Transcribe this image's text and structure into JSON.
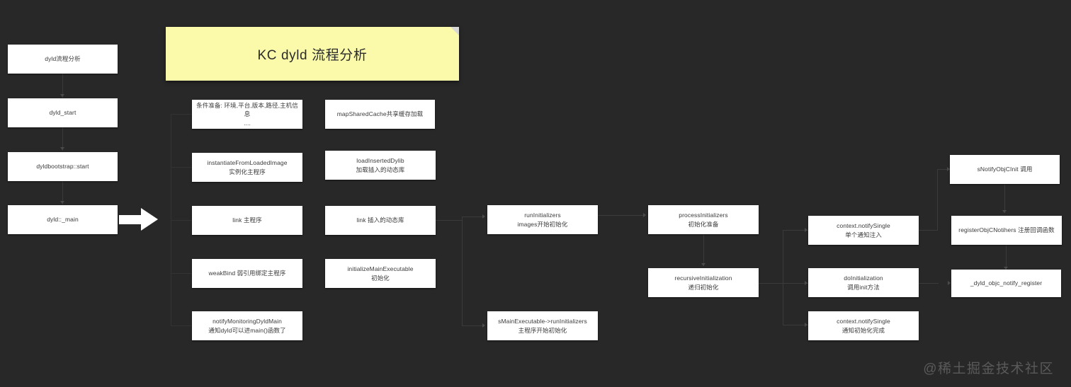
{
  "canvas": {
    "background": "#282828",
    "node_fill": "#ffffff",
    "node_text": "#3b3b3b",
    "sticky_fill": "#fafaaa",
    "connector": "#3b3b3b",
    "arrow_fill": "#ffffff"
  },
  "title_note": {
    "text": "KC dyld 流程分析"
  },
  "watermark": {
    "text": "@稀土掘金技术社区"
  },
  "nodes": [
    {
      "id": "dyld-flow-analysis",
      "l1": "dyld流程分析",
      "l2": ""
    },
    {
      "id": "dyld-start",
      "l1": "dyld_start",
      "l2": ""
    },
    {
      "id": "dyldbootstrap-start",
      "l1": "dyldbootstrap::start",
      "l2": ""
    },
    {
      "id": "dyld-main",
      "l1": "dyld::_main",
      "l2": ""
    },
    {
      "id": "condition-prepare",
      "l1": "条件准备: 环境,平台,版本,路径,主机信息",
      "l2": "...."
    },
    {
      "id": "instantiate-from-loaded-image",
      "l1": "instantiateFromLoadedImage",
      "l2": "实例化主程序"
    },
    {
      "id": "link-main-program",
      "l1": "link 主程序",
      "l2": ""
    },
    {
      "id": "weak-bind",
      "l1": "weakBind 弱引用绑定主程序",
      "l2": ""
    },
    {
      "id": "notify-monitoring-dyld-main",
      "l1": "notifyMonitoringDyldMain",
      "l2": "通知dyld可以进main()函数了"
    },
    {
      "id": "map-shared-cache",
      "l1": "mapSharedCache共享缓存加载",
      "l2": ""
    },
    {
      "id": "load-inserted-dylib",
      "l1": "loadInsertedDylib",
      "l2": "加载插入的动态库"
    },
    {
      "id": "link-inserted-dylib",
      "l1": "link 插入的动态库",
      "l2": ""
    },
    {
      "id": "initialize-main-executable",
      "l1": "initializeMainExecutable",
      "l2": "初始化"
    },
    {
      "id": "run-initializers",
      "l1": "runInitializers",
      "l2": "images开始初始化"
    },
    {
      "id": "smain-executable-run-initializers",
      "l1": "sMainExecutable->runInitializers",
      "l2": "主程序开始初始化"
    },
    {
      "id": "process-initializers",
      "l1": "processInitializers",
      "l2": "初始化准备"
    },
    {
      "id": "recursive-initialization",
      "l1": "recursiveInitialization",
      "l2": "递归初始化"
    },
    {
      "id": "context-notify-single-inject",
      "l1": "context.notifySingle",
      "l2": "单个通知注入"
    },
    {
      "id": "do-initialization",
      "l1": "doInitialization",
      "l2": "调用init方法"
    },
    {
      "id": "context-notify-single-done",
      "l1": "context.notifySingle",
      "l2": "通知初始化完成"
    },
    {
      "id": "snotify-objc-init",
      "l1": "sNotifyObjCInit 调用",
      "l2": ""
    },
    {
      "id": "register-objc-notifiers",
      "l1": "registerObjCNotihers 注册回调函数",
      "l2": ""
    },
    {
      "id": "dyld-objc-notify-register",
      "l1": "_dyld_objc_notify_register",
      "l2": ""
    }
  ]
}
